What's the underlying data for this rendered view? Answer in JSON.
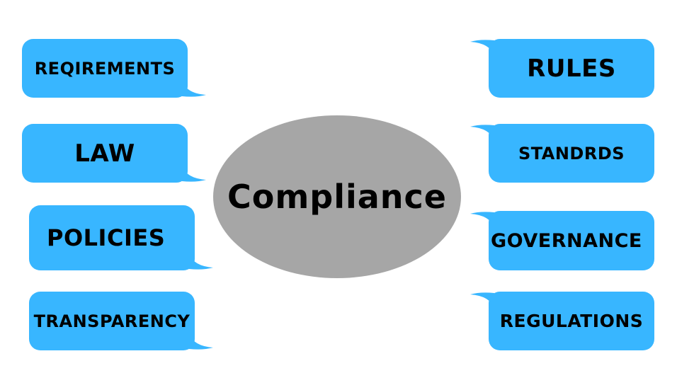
{
  "diagram": {
    "center": {
      "label": "Compliance",
      "fill": "#a6a6a6"
    },
    "bubble_color": "#38b6ff",
    "left_items": [
      {
        "label": "REQIREMENTS"
      },
      {
        "label": "LAW"
      },
      {
        "label": "POLICIES"
      },
      {
        "label": "TRANSPARENCY"
      }
    ],
    "right_items": [
      {
        "label": "RULES"
      },
      {
        "label": "STANDRDS"
      },
      {
        "label": "GOVERNANCE"
      },
      {
        "label": "REGULATIONS"
      }
    ]
  }
}
